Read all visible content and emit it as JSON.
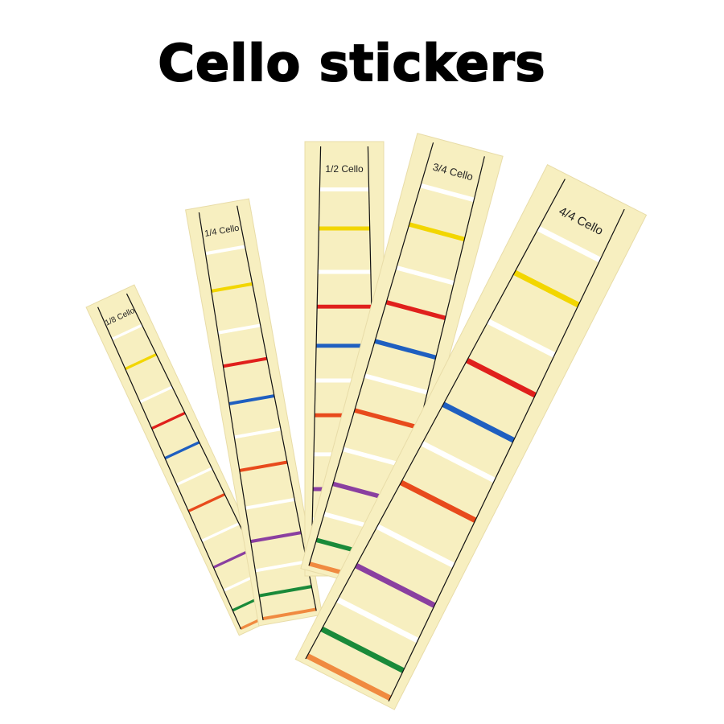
{
  "title": "Cello stickers",
  "sticker_color": "#f7efc0",
  "stickers": [
    {
      "label": "1/8 Cello",
      "frets": [
        "#ffffff",
        "#f2d600",
        "#ffffff",
        "#e0201c",
        "#1f5fc0",
        "#ffffff",
        "#e84a1c",
        "#ffffff",
        "#8a3fa0",
        "#ffffff",
        "#1a8a3a",
        "#f08a40"
      ]
    },
    {
      "label": "1/4 Cello",
      "frets": [
        "#ffffff",
        "#f2d600",
        "#ffffff",
        "#e0201c",
        "#1f5fc0",
        "#ffffff",
        "#e84a1c",
        "#ffffff",
        "#8a3fa0",
        "#ffffff",
        "#1a8a3a",
        "#f08a40"
      ]
    },
    {
      "label": "1/2 Cello",
      "frets": [
        "#ffffff",
        "#f2d600",
        "#ffffff",
        "#e0201c",
        "#1f5fc0",
        "#ffffff",
        "#e84a1c",
        "#ffffff",
        "#8a3fa0",
        "#ffffff",
        "#1a8a3a",
        "#f08a40"
      ]
    },
    {
      "label": "3/4 Cello",
      "frets": [
        "#ffffff",
        "#f2d600",
        "#ffffff",
        "#e0201c",
        "#1f5fc0",
        "#ffffff",
        "#e84a1c",
        "#ffffff",
        "#8a3fa0",
        "#ffffff",
        "#1a8a3a",
        "#f08a40"
      ]
    },
    {
      "label": "4/4 Cello",
      "frets": [
        "#ffffff",
        "#f2d600",
        "#ffffff",
        "#e0201c",
        "#1f5fc0",
        "#ffffff",
        "#e84a1c",
        "#ffffff",
        "#8a3fa0",
        "#ffffff",
        "#1a8a3a",
        "#f08a40"
      ]
    }
  ]
}
